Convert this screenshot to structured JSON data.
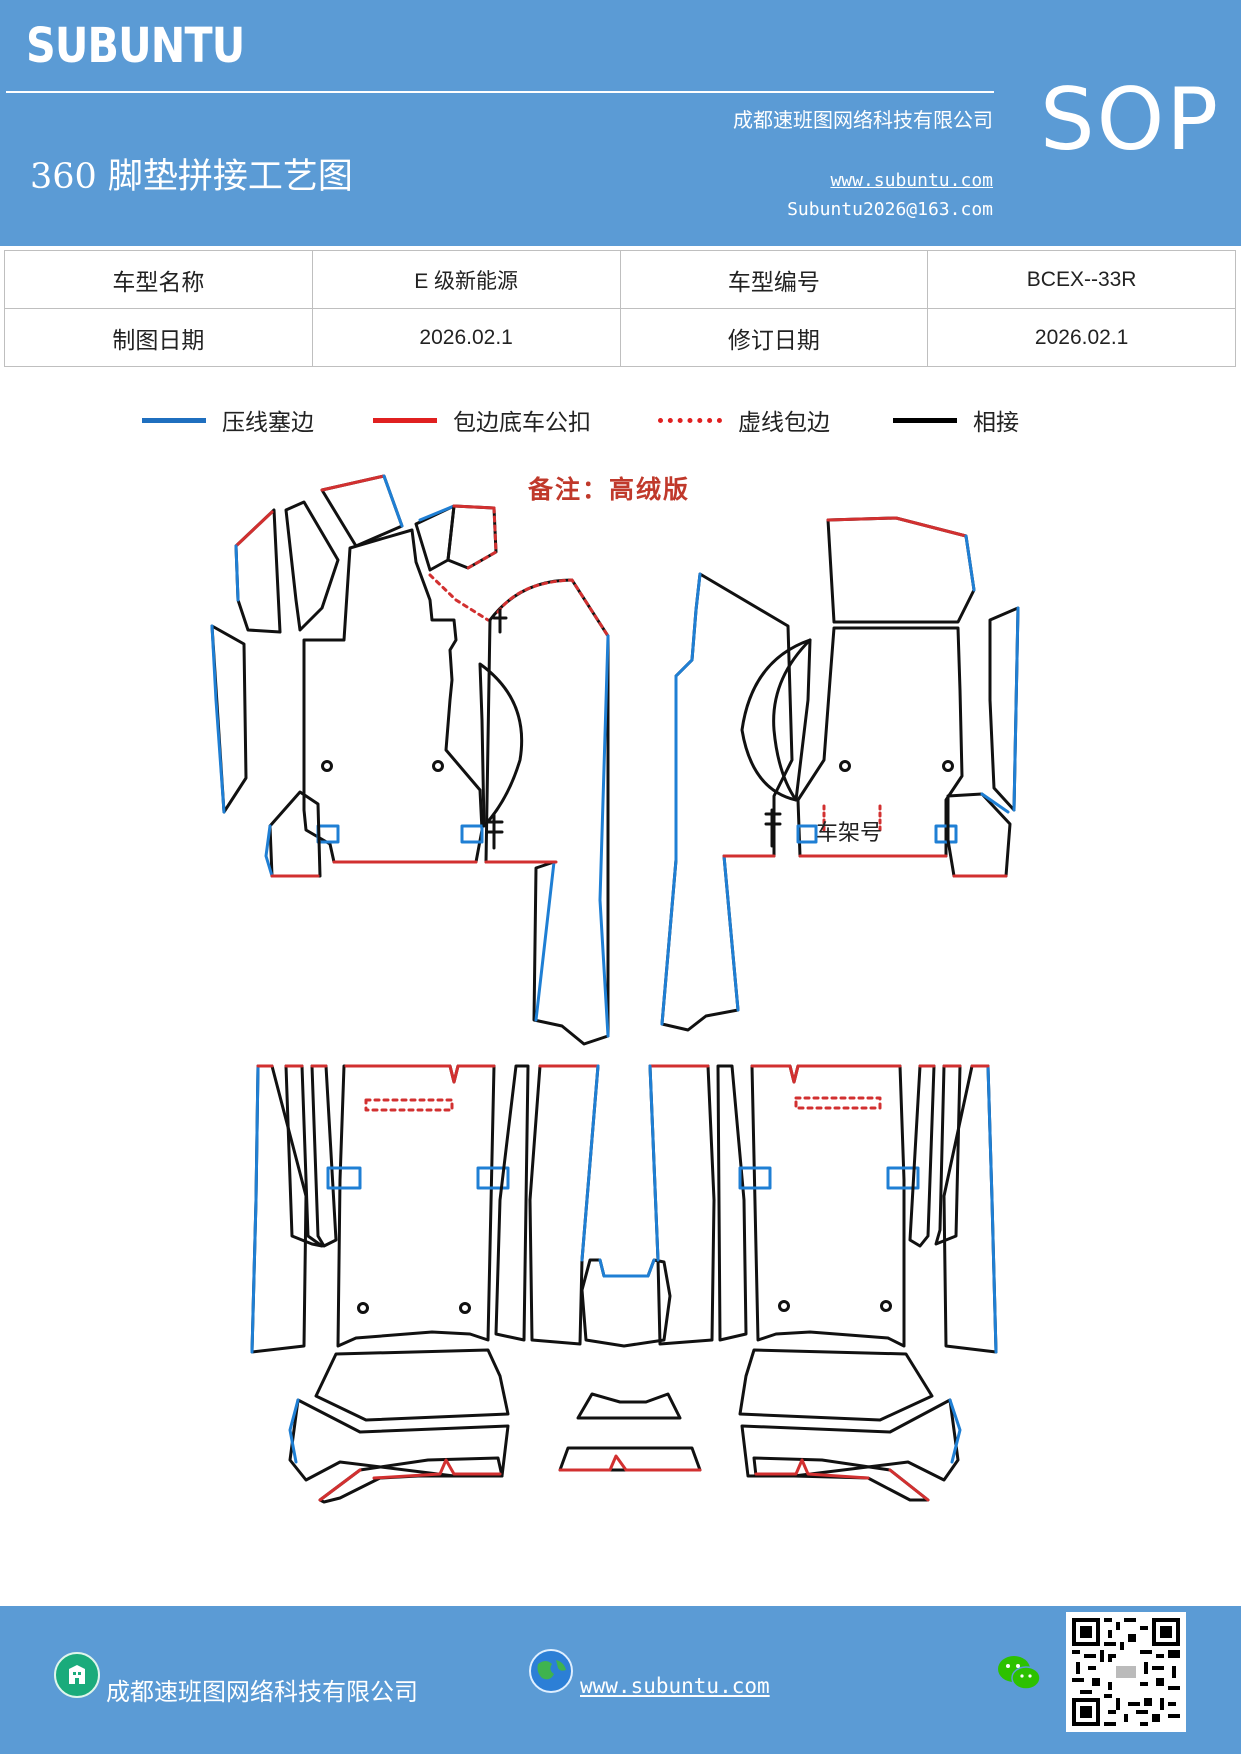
{
  "header": {
    "brand": "SUBUNTU",
    "company": "成都速班图网络科技有限公司",
    "title": "360 脚垫拼接工艺图",
    "website": "www.subuntu.com",
    "email": "Subuntu2026@163.com",
    "badge": "SOP"
  },
  "info": {
    "row1": {
      "label1": "车型名称",
      "value1": "E 级新能源",
      "label2": "车型编号",
      "value2": "BCEX--33R"
    },
    "row2": {
      "label1": "制图日期",
      "value1": "2026.02.1",
      "label2": "修订日期",
      "value2": "2026.02.1"
    }
  },
  "legend": [
    {
      "label": "压线塞边",
      "color": "#1f6fbf",
      "style": "solid"
    },
    {
      "label": "包边底车公扣",
      "color": "#e02020",
      "style": "solid"
    },
    {
      "label": "虚线包边",
      "color": "#e02020",
      "style": "dotted"
    },
    {
      "label": "相接",
      "color": "#000000",
      "style": "solid"
    }
  ],
  "note": "备注：高绒版",
  "diagram": {
    "vin_label": "车架号",
    "colors": {
      "press": "#1f7fd4",
      "wrap": "#d23030",
      "join": "#111111"
    }
  },
  "footer": {
    "company": "成都速班图网络科技有限公司",
    "website": "www.subuntu.com ",
    "icons": [
      "building-icon",
      "globe-icon",
      "wechat-icon",
      "qr-code"
    ]
  }
}
